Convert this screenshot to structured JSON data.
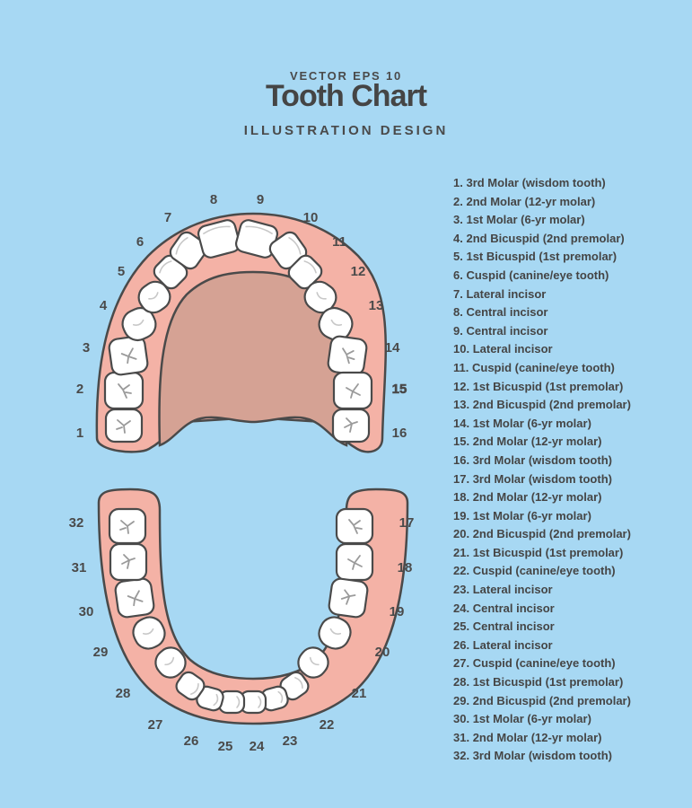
{
  "header": {
    "kicker": "VECTOR EPS 10",
    "title": "Tooth Chart",
    "subtitle": "ILLUSTRATION DESIGN"
  },
  "colors": {
    "background": "#a7d8f3",
    "gum": "#f4b2a6",
    "palate": "#d5a294",
    "tooth": "#ffffff",
    "outline": "#4a4a4a",
    "text": "#4a4a4a"
  },
  "teeth": [
    {
      "number": "1",
      "description": "3rd Molar (wisdom tooth)"
    },
    {
      "number": "2",
      "description": "2nd Molar (12-yr molar)"
    },
    {
      "number": "3",
      "description": "1st Molar (6-yr molar)"
    },
    {
      "number": "4",
      "description": "2nd Bicuspid (2nd premolar)"
    },
    {
      "number": "5",
      "description": "1st Bicuspid (1st premolar)"
    },
    {
      "number": "6",
      "description": "Cuspid (canine/eye tooth)"
    },
    {
      "number": "7",
      "description": "Lateral incisor"
    },
    {
      "number": "8",
      "description": "Central incisor"
    },
    {
      "number": "9",
      "description": "Central incisor"
    },
    {
      "number": "10",
      "description": "Lateral incisor"
    },
    {
      "number": "11",
      "description": "Cuspid (canine/eye tooth)"
    },
    {
      "number": "12",
      "description": "1st Bicuspid (1st premolar)"
    },
    {
      "number": "13",
      "description": "2nd Bicuspid (2nd premolar)"
    },
    {
      "number": "14",
      "description": "1st Molar (6-yr molar)"
    },
    {
      "number": "15",
      "description": "2nd Molar (12-yr molar)"
    },
    {
      "number": "16",
      "description": "3rd Molar (wisdom tooth)"
    },
    {
      "number": "17",
      "description": "3rd Molar (wisdom tooth)"
    },
    {
      "number": "18",
      "description": "2nd Molar (12-yr molar)"
    },
    {
      "number": "19",
      "description": "1st Molar (6-yr molar)"
    },
    {
      "number": "20",
      "description": "2nd Bicuspid (2nd premolar)"
    },
    {
      "number": "21",
      "description": "1st Bicuspid (1st premolar)"
    },
    {
      "number": "22",
      "description": "Cuspid (canine/eye tooth)"
    },
    {
      "number": "23",
      "description": "Lateral incisor"
    },
    {
      "number": "24",
      "description": "Central incisor"
    },
    {
      "number": "25",
      "description": "Central incisor"
    },
    {
      "number": "26",
      "description": "Lateral incisor"
    },
    {
      "number": "27",
      "description": "Cuspid (canine/eye tooth)"
    },
    {
      "number": "28",
      "description": "1st Bicuspid (1st premolar)"
    },
    {
      "number": "29",
      "description": "2nd Bicuspid (2nd premolar)"
    },
    {
      "number": "30",
      "description": "1st Molar (6-yr molar)"
    },
    {
      "number": "31",
      "description": "2nd Molar (12-yr molar)"
    },
    {
      "number": "32",
      "description": "3rd Molar (wisdom tooth)"
    }
  ]
}
